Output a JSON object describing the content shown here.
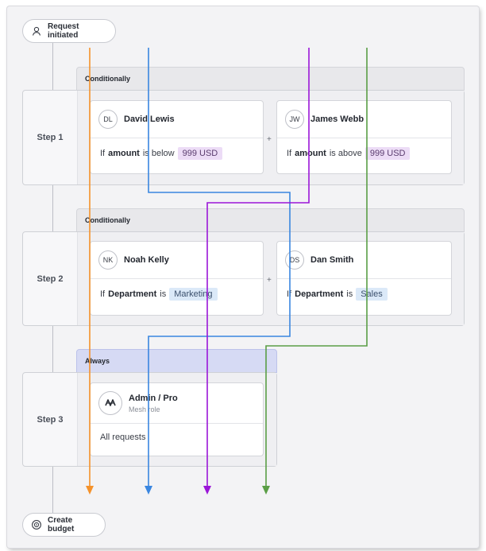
{
  "start_node": {
    "label": "Request initiated",
    "icon": "user-icon"
  },
  "end_node": {
    "label": "Create budget",
    "icon": "coin-icon"
  },
  "steps": [
    {
      "label": "Step 1",
      "condition": "Conditionally",
      "approvers": [
        {
          "initials": "DL",
          "name": "David Lewis",
          "pre": "If ",
          "field": "amount",
          "op": " is below ",
          "value": "999 USD"
        },
        {
          "initials": "JW",
          "name": "James Webb",
          "pre": "If ",
          "field": "amount",
          "op": " is above ",
          "value": "999 USD"
        }
      ],
      "joiner": "+"
    },
    {
      "label": "Step 2",
      "condition": "Conditionally",
      "approvers": [
        {
          "initials": "NK",
          "name": "Noah Kelly",
          "pre": "If ",
          "field": "Department",
          "op": " is ",
          "value": "Marketing"
        },
        {
          "initials": "DS",
          "name": "Dan Smith",
          "pre": "If ",
          "field": "Department",
          "op": " is ",
          "value": "Sales"
        }
      ],
      "joiner": "+"
    },
    {
      "label": "Step 3",
      "condition": "Always",
      "approvers": [
        {
          "icon": "mesh-icon",
          "name": "Admin / Pro",
          "role": "Mesh role",
          "rule": "All requests"
        }
      ]
    }
  ],
  "colors": {
    "path_orange": "#f5922a",
    "path_blue": "#3a86e0",
    "path_purple": "#9b16d8",
    "path_green": "#5a9e46"
  }
}
